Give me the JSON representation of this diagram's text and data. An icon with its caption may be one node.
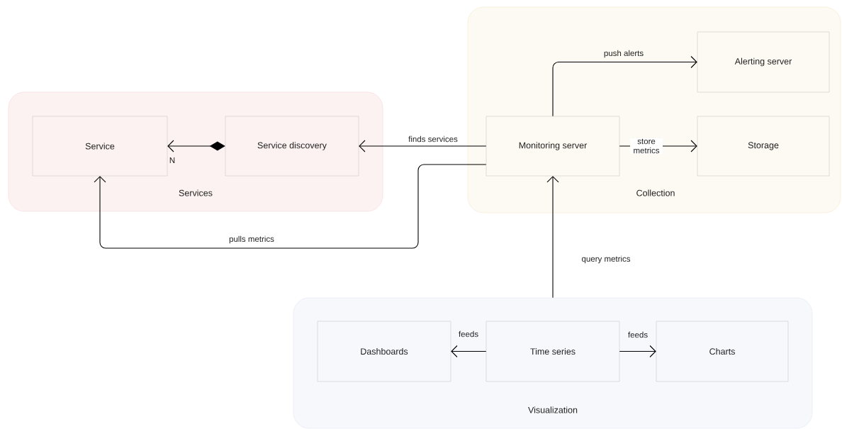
{
  "diagram": {
    "nodes": [
      {
        "text": [
          "Services"
        ]
      },
      {
        "text": [
          "Service"
        ],
        "in": 0
      },
      {
        "text": [
          "Service discovery"
        ],
        "in": 0
      },
      {
        "text": [
          "Collection"
        ]
      },
      {
        "text": [
          "Monitoring server"
        ],
        "in": 3
      },
      {
        "text": [
          "Alerting server"
        ],
        "in": 3
      },
      {
        "text": [
          "Storage"
        ],
        "in": 3
      },
      {
        "text": [
          "Visualization"
        ]
      },
      {
        "text": [
          "Dashboards"
        ],
        "in": 7
      },
      {
        "text": [
          "Time series"
        ],
        "in": 7
      },
      {
        "text": [
          "Charts"
        ],
        "in": 7
      }
    ],
    "edges": [
      {
        "from": 2,
        "to": 1,
        "arrow": "to",
        "label": "N"
      },
      {
        "from": 4,
        "to": 2,
        "arrow": "to",
        "label": "finds services"
      },
      {
        "from": 4,
        "to": 1,
        "arrow": "to",
        "label": "pulls metrics"
      },
      {
        "from": 4,
        "to": 5,
        "arrow": "to",
        "label": "push alerts"
      },
      {
        "from": 4,
        "to": 6,
        "arrow": "to",
        "label": "store metrics"
      },
      {
        "from": 7,
        "to": 4,
        "arrow": "to",
        "label": "query metrics"
      },
      {
        "from": 9,
        "to": 8,
        "arrow": "to",
        "label": "feeds"
      },
      {
        "from": 9,
        "to": 10,
        "arrow": "to",
        "label": "feeds"
      }
    ]
  }
}
